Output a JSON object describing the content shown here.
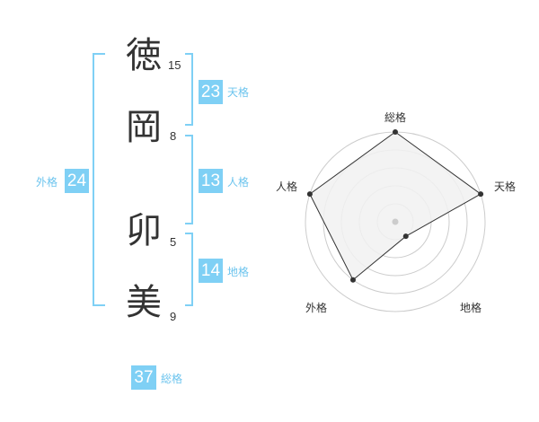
{
  "name": {
    "chars": [
      {
        "char": "徳",
        "strokes": "15"
      },
      {
        "char": "岡",
        "strokes": "8"
      },
      {
        "char": "卯",
        "strokes": "5"
      },
      {
        "char": "美",
        "strokes": "9"
      }
    ]
  },
  "fortunes": {
    "tenkaku": {
      "value": "23",
      "label": "天格"
    },
    "jinkaku": {
      "value": "13",
      "label": "人格"
    },
    "chikaku": {
      "value": "14",
      "label": "地格"
    },
    "gaikaku": {
      "value": "24",
      "label": "外格"
    },
    "soukaku": {
      "value": "37",
      "label": "総格"
    }
  },
  "colors": {
    "bracket": "#7fd0f5",
    "box": "#7fd0f5",
    "label": "#6cc4ee",
    "radar_fill": "#f1f1f1",
    "radar_stroke": "#333333",
    "grid": "#cccccc"
  },
  "chart_data": {
    "type": "radar",
    "axes": [
      "総格",
      "天格",
      "地格",
      "外格",
      "人格"
    ],
    "scale": [
      0,
      5
    ],
    "values": [
      5,
      5,
      1,
      4,
      5
    ]
  }
}
